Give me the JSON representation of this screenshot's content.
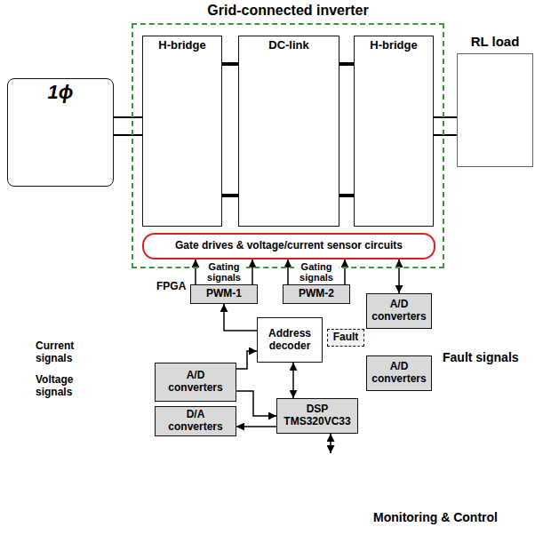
{
  "diagram": {
    "nodes": [
      {
        "text": [
          "Grid-connected inverter"
        ]
      },
      {
        "text": [
          "H-bridge"
        ],
        "in": 0
      },
      {
        "text": [
          "DC-link"
        ],
        "in": 0
      },
      {
        "text": [
          "H-bridge"
        ],
        "in": 0
      },
      {
        "text": [
          "Gate drives & voltage/current sensor circuits"
        ],
        "in": 0
      },
      {
        "text": [
          "1ϕ"
        ]
      },
      {
        "text": [
          "RL load"
        ]
      },
      {
        "text": [
          "FPGA"
        ]
      },
      {
        "text": [
          "PWM-1"
        ],
        "in": 7
      },
      {
        "text": [
          "PWM-2"
        ],
        "in": 7
      },
      {
        "text": [
          "A/D converters"
        ]
      },
      {
        "text": [
          "Address decoder"
        ],
        "in": 7
      },
      {
        "text": [
          "Fault"
        ],
        "in": 7
      },
      {
        "text": [
          "A/D converters"
        ]
      },
      {
        "text": [
          "D/A converters"
        ]
      },
      {
        "text": [
          "A/D converters"
        ]
      },
      {
        "text": [
          "DSP TMS320VC33"
        ]
      },
      {
        "text": [
          "Monitoring & Control"
        ]
      }
    ],
    "edges": [
      {
        "from": 5,
        "to": 1,
        "arrow": "none"
      },
      {
        "from": 1,
        "to": 2,
        "arrow": "none"
      },
      {
        "from": 2,
        "to": 3,
        "arrow": "none"
      },
      {
        "from": 3,
        "to": 6,
        "arrow": "none"
      },
      {
        "from": 8,
        "to": 4,
        "arrow": "to"
      },
      {
        "from": 8,
        "to": 4,
        "arrow": "to"
      },
      {
        "from": 9,
        "to": 4,
        "arrow": "to"
      },
      {
        "from": 9,
        "to": 4,
        "arrow": "to"
      },
      {
        "from": 4,
        "to": 10,
        "arrow": "both"
      },
      {
        "from": 11,
        "to": 8,
        "arrow": "to"
      },
      {
        "from": 11,
        "to": 16,
        "arrow": "both"
      },
      {
        "from": 13,
        "to": 11,
        "arrow": "to"
      },
      {
        "from": 13,
        "to": 16,
        "arrow": "to"
      },
      {
        "from": 16,
        "to": 14,
        "arrow": "to"
      },
      {
        "from": 16,
        "to": 17,
        "arrow": "both"
      }
    ],
    "labels": [
      "Gating signals",
      "Gating signals",
      "Current signals",
      "Voltage signals",
      "Fault signals"
    ]
  }
}
